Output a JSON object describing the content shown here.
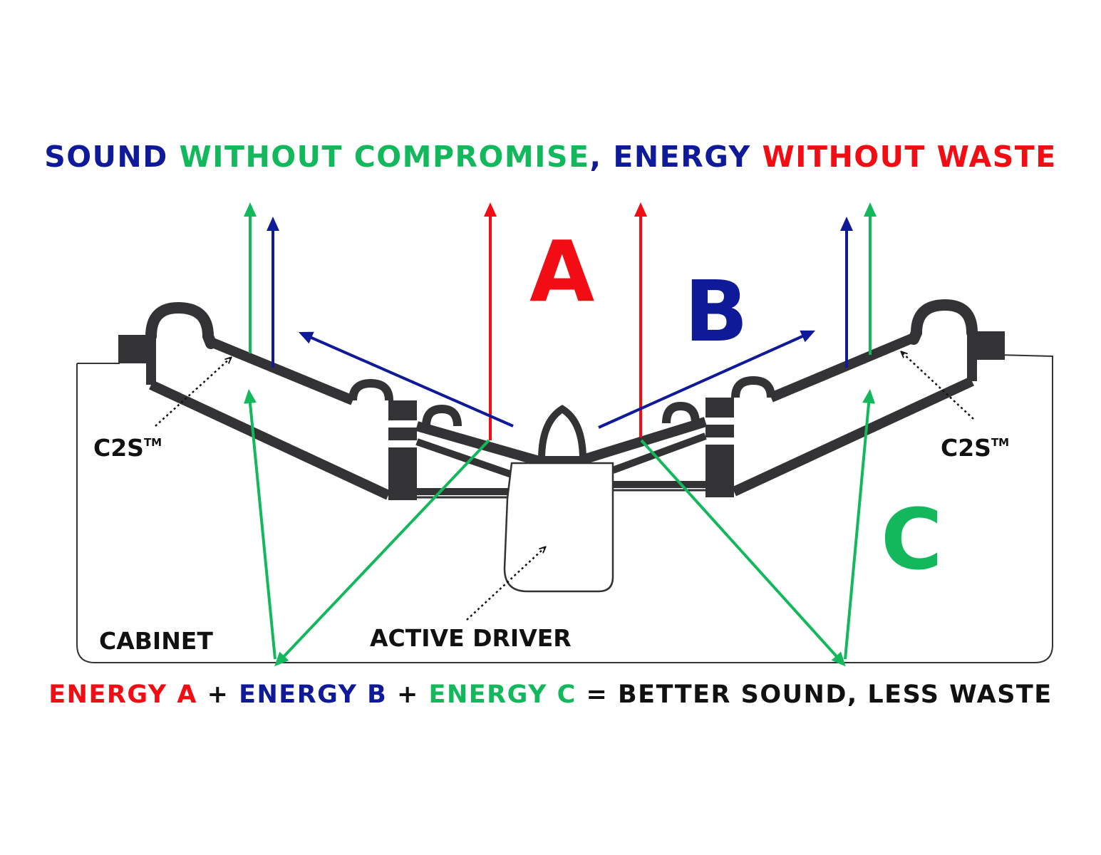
{
  "colors": {
    "red": "#f20d14",
    "blue": "#0f1a99",
    "green": "#14b85c",
    "black": "#111111",
    "speaker_dark": "#333335"
  },
  "headline": {
    "part1": "SOUND",
    "part2": "WITHOUT COMPROMISE",
    "part3": ", ENERGY",
    "part4": "WITHOUT WASTE"
  },
  "letters": {
    "a": "A",
    "b": "B",
    "c": "C"
  },
  "labels": {
    "c2s_left": "C2S",
    "c2s_right": "C2S",
    "trademark": "TM",
    "cabinet": "CABINET",
    "active_driver": "ACTIVE DRIVER"
  },
  "equation": {
    "term_a": "ENERGY A",
    "plus1": " + ",
    "term_b": "ENERGY B",
    "plus2": " + ",
    "term_c": "ENERGY C",
    "result": " = BETTER SOUND, LESS WASTE"
  },
  "icons": {
    "arrow": "arrow-icon",
    "dotted_pointer": "dotted-pointer-icon"
  }
}
